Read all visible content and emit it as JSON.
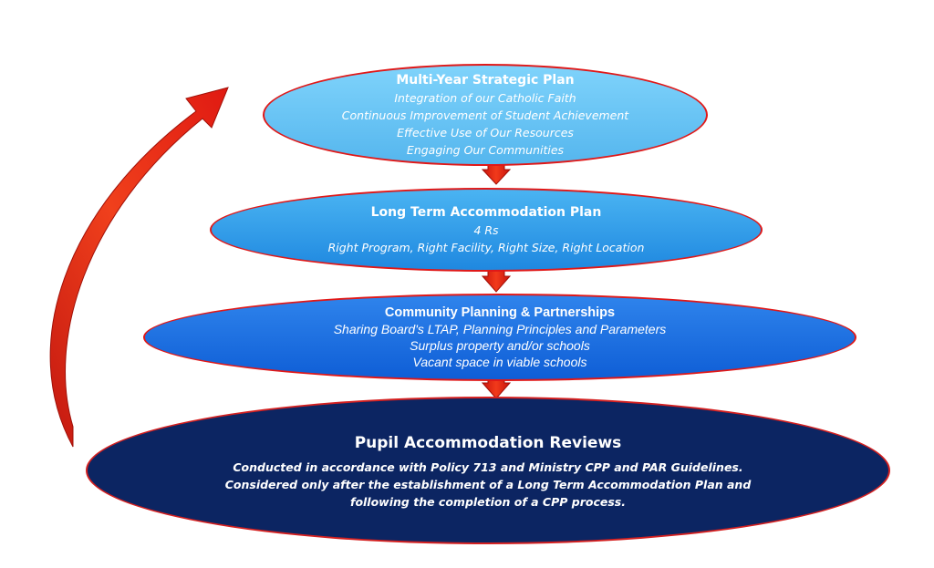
{
  "strategic_plan": {
    "title": "Multi-Year Strategic Plan",
    "items": [
      "Integration of our Catholic Faith",
      "Continuous Improvement of Student Achievement",
      "Effective Use of Our Resources",
      "Engaging Our Communities"
    ]
  },
  "accommodation_plan": {
    "title": "Long Term Accommodation Plan",
    "items": [
      "4 Rs",
      "Right Program, Right Facility, Right Size, Right Location"
    ]
  },
  "community_planning": {
    "title": "Community Planning & Partnerships",
    "items": [
      "Sharing Board's LTAP, Planning Principles and Parameters",
      "Surplus property and/or schools",
      "Vacant space in viable schools"
    ]
  },
  "pupil_reviews": {
    "title": "Pupil Accommodation Reviews",
    "items": [
      "Conducted in accordance with Policy 713 and Ministry CPP and PAR Guidelines.",
      "Considered only after the establishment of a Long Term Accommodation Plan and following the completion of a CPP process."
    ]
  },
  "colors": {
    "border_red": "#e01818",
    "arrow_red": "#e8241a",
    "dark_navy": "#0c2562"
  }
}
